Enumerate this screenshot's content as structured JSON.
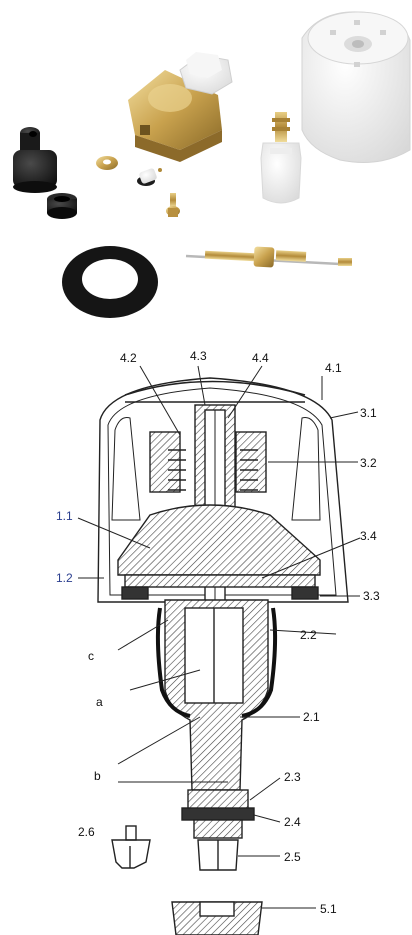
{
  "figure": {
    "parts_photo": {
      "items": [
        "cap-nut-black",
        "small-ring-black",
        "brass-washer",
        "valve-insert-brass-white",
        "small-brass-screw",
        "white-plastic-tip",
        "brass-fitting-with-white-sleeve",
        "white-cap",
        "rubber-gasket-ring",
        "long-brass-spindle"
      ]
    },
    "cross_section": {
      "labels": {
        "l_4_2": "4.2",
        "l_4_3": "4.3",
        "l_4_4": "4.4",
        "l_4_1": "4.1",
        "l_3_1": "3.1",
        "l_3_2": "3.2",
        "l_1_1": "1.1",
        "l_3_4": "3.4",
        "l_1_2": "1.2",
        "l_3_3": "3.3",
        "l_c": "c",
        "l_2_2": "2.2",
        "l_a": "a",
        "l_2_1": "2.1",
        "l_b": "b",
        "l_2_3": "2.3",
        "l_2_6": "2.6",
        "l_2_4": "2.4",
        "l_2_5": "2.5",
        "l_5_1": "5.1"
      }
    }
  }
}
